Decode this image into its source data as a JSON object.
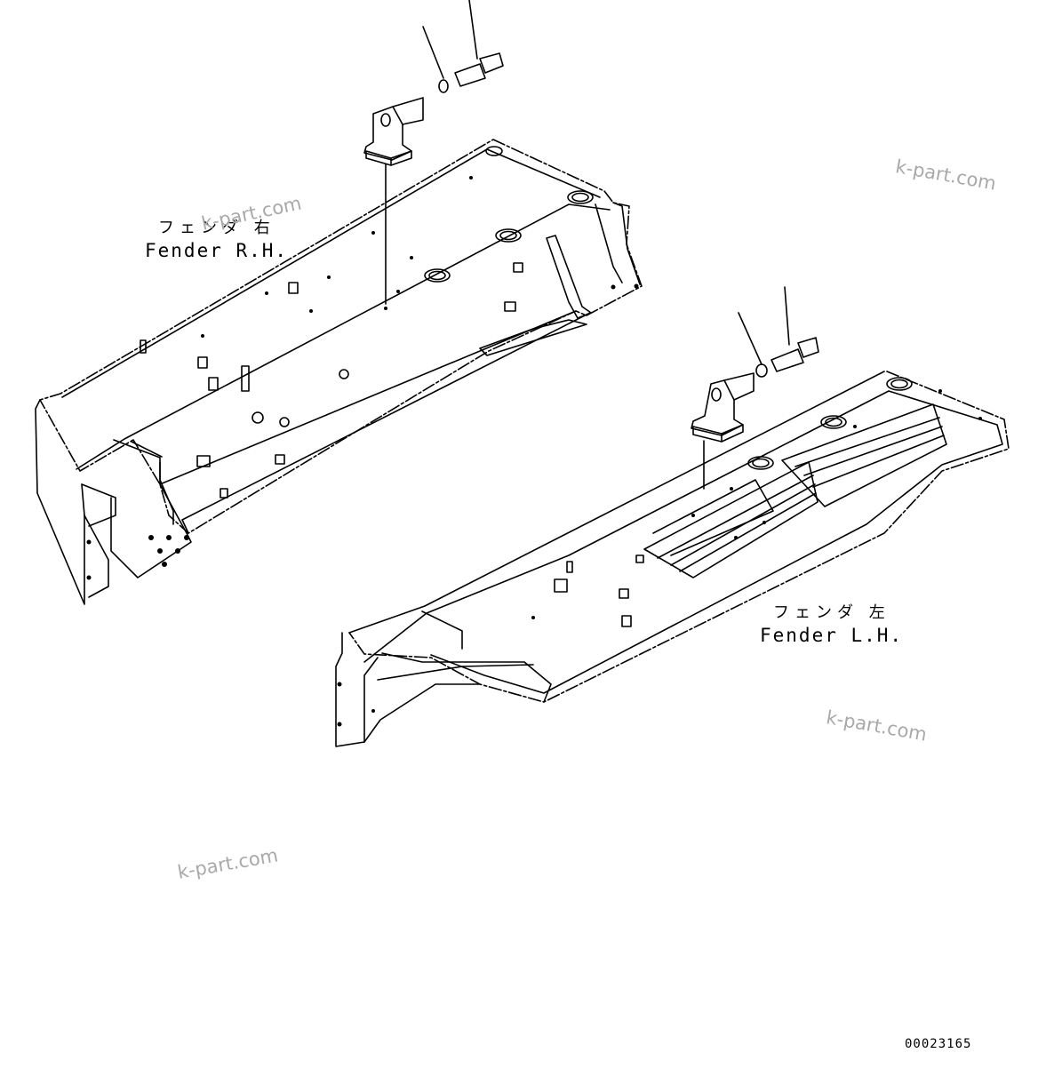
{
  "labels": {
    "fender_rh_jp": "フェンダ 右",
    "fender_rh_en": "Fender R.H.",
    "fender_lh_jp": "フェンダ 左",
    "fender_lh_en": "Fender L.H."
  },
  "watermark": "k-part.com",
  "drawing_number": "00023165",
  "colors": {
    "line": "#000000",
    "watermark": "#a9a9a9",
    "background": "#ffffff"
  }
}
